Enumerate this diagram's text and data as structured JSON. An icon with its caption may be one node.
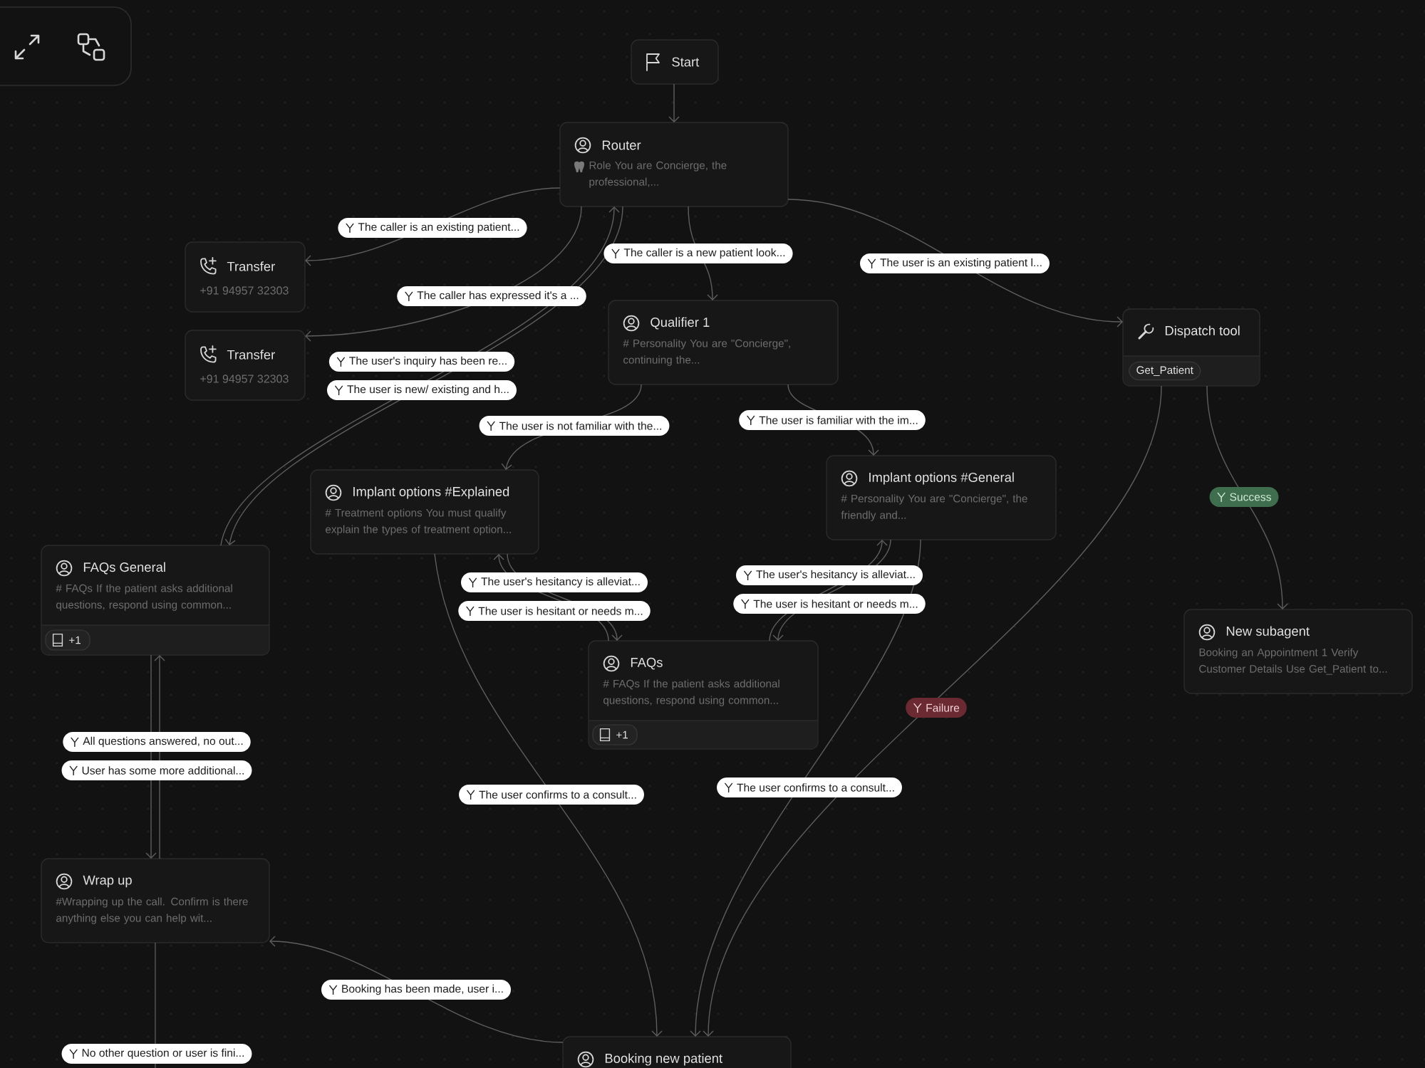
{
  "diagram": {
    "nodes": [
      {
        "text": [
          "Start"
        ]
      },
      {
        "text": [
          "Router",
          "Role You are Concierge, the professional,..."
        ]
      },
      {
        "text": [
          "Transfer",
          "+91 94957 32303"
        ]
      },
      {
        "text": [
          "Qualifier 1",
          "# Personality You are \"Concierge\", continuing the..."
        ]
      },
      {
        "text": [
          "Dispatch tool",
          "Get_Patient"
        ]
      },
      {
        "text": [
          "Transfer",
          "+91 94957 32303"
        ]
      },
      {
        "text": [
          "Implant options #General",
          "# Personality You are \"Concierge\", the friendly and..."
        ]
      },
      {
        "text": [
          "Implant options #Explained",
          "# Treatment options You must qualify explain the types of treatment option..."
        ]
      },
      {
        "text": [
          "FAQs General",
          "# FAQs If the patient asks additional questions, respond using common...",
          "+1"
        ]
      },
      {
        "text": [
          "New subagent",
          "Booking an Appointment 1 Verify Customer Details Use Get_Patient to..."
        ]
      },
      {
        "text": [
          "FAQs",
          "# FAQs If the patient asks additional questions, respond using common...",
          "+1"
        ]
      },
      {
        "text": [
          "Wrap up",
          "#Wrapping up the call. Confirm is there anything else you can help wit..."
        ]
      },
      {
        "text": [
          "Booking new patient"
        ]
      }
    ],
    "edges": [
      {
        "from": 0,
        "to": 1,
        "arrow": "to"
      },
      {
        "from": 1,
        "to": 2,
        "arrow": "to",
        "label": "The caller is an existing patient..."
      },
      {
        "from": 1,
        "to": 5,
        "arrow": "to",
        "label": "The caller has expressed it's a ..."
      },
      {
        "from": 1,
        "to": 3,
        "arrow": "to",
        "label": "The caller is a new patient look..."
      },
      {
        "from": 1,
        "to": 4,
        "arrow": "to",
        "label": "The user is an existing patient l..."
      },
      {
        "from": 8,
        "to": 1,
        "arrow": "to",
        "label": "The user's inquiry has been re..."
      },
      {
        "from": 1,
        "to": 8,
        "arrow": "to",
        "label": "The user is new/ existing and h..."
      },
      {
        "from": 3,
        "to": 7,
        "arrow": "to",
        "label": "The user is not familiar with the..."
      },
      {
        "from": 3,
        "to": 6,
        "arrow": "to",
        "label": "The user is familiar with the im..."
      },
      {
        "from": 10,
        "to": 7,
        "arrow": "to",
        "label": "The user's hesitancy is alleviat..."
      },
      {
        "from": 7,
        "to": 10,
        "arrow": "to",
        "label": "The user is hesitant or needs m..."
      },
      {
        "from": 10,
        "to": 6,
        "arrow": "to",
        "label": "The user's hesitancy is alleviat..."
      },
      {
        "from": 6,
        "to": 10,
        "arrow": "to",
        "label": "The user is hesitant or needs m..."
      },
      {
        "from": 7,
        "to": 12,
        "arrow": "to",
        "label": "The user confirms to a consult..."
      },
      {
        "from": 6,
        "to": 12,
        "arrow": "to",
        "label": "The user confirms to a consult..."
      },
      {
        "from": 4,
        "to": 12,
        "arrow": "to",
        "label": "Failure"
      },
      {
        "from": 4,
        "to": 9,
        "arrow": "to",
        "label": "Success"
      },
      {
        "from": 8,
        "to": 11,
        "arrow": "to",
        "label": "All questions answered, no out..."
      },
      {
        "from": 11,
        "to": 8,
        "arrow": "to",
        "label": "User has some more additional..."
      },
      {
        "from": 12,
        "to": 11,
        "arrow": "to",
        "label": "Booking has been made, user i..."
      },
      {
        "from": 11,
        "to": null,
        "arrow": "none",
        "label": "No other question or user is fini..."
      }
    ]
  }
}
